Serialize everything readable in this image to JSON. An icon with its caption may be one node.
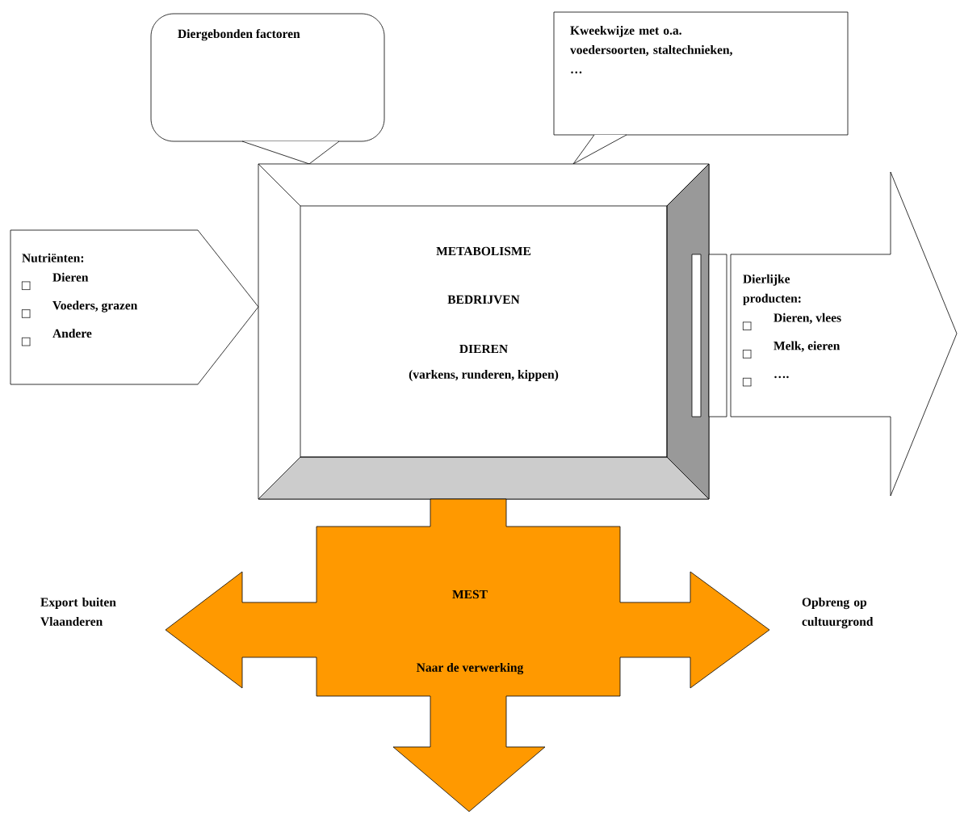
{
  "diagram": {
    "nodes": [
      {
        "text": [
          "Diergebonden factoren"
        ]
      },
      {
        "text": [
          "Kweekwijze met o.a. voedersoorten, staltechnieken, …"
        ]
      },
      {
        "text": [
          "METABOLISME",
          "BEDRIJVEN",
          "DIEREN",
          "(varkens, runderen, kippen)"
        ]
      },
      {
        "text": [
          "Nutriënten:",
          "Dieren",
          "Voeders, grazen",
          "Andere"
        ]
      },
      {
        "text": [
          "Dierlijke producten:",
          "Dieren, vlees",
          "Melk, eieren",
          "…."
        ]
      },
      {
        "text": [
          "MEST",
          "Naar de verwerking"
        ]
      }
    ],
    "edges": [
      {
        "from": 2,
        "to": 4,
        "arrow": "none"
      },
      {
        "from": 2,
        "to": 5,
        "arrow": "none",
        "color": "#ff9900"
      }
    ],
    "labels": [
      "Export buiten Vlaanderen",
      "Opbreng op cultuurgrond"
    ]
  }
}
